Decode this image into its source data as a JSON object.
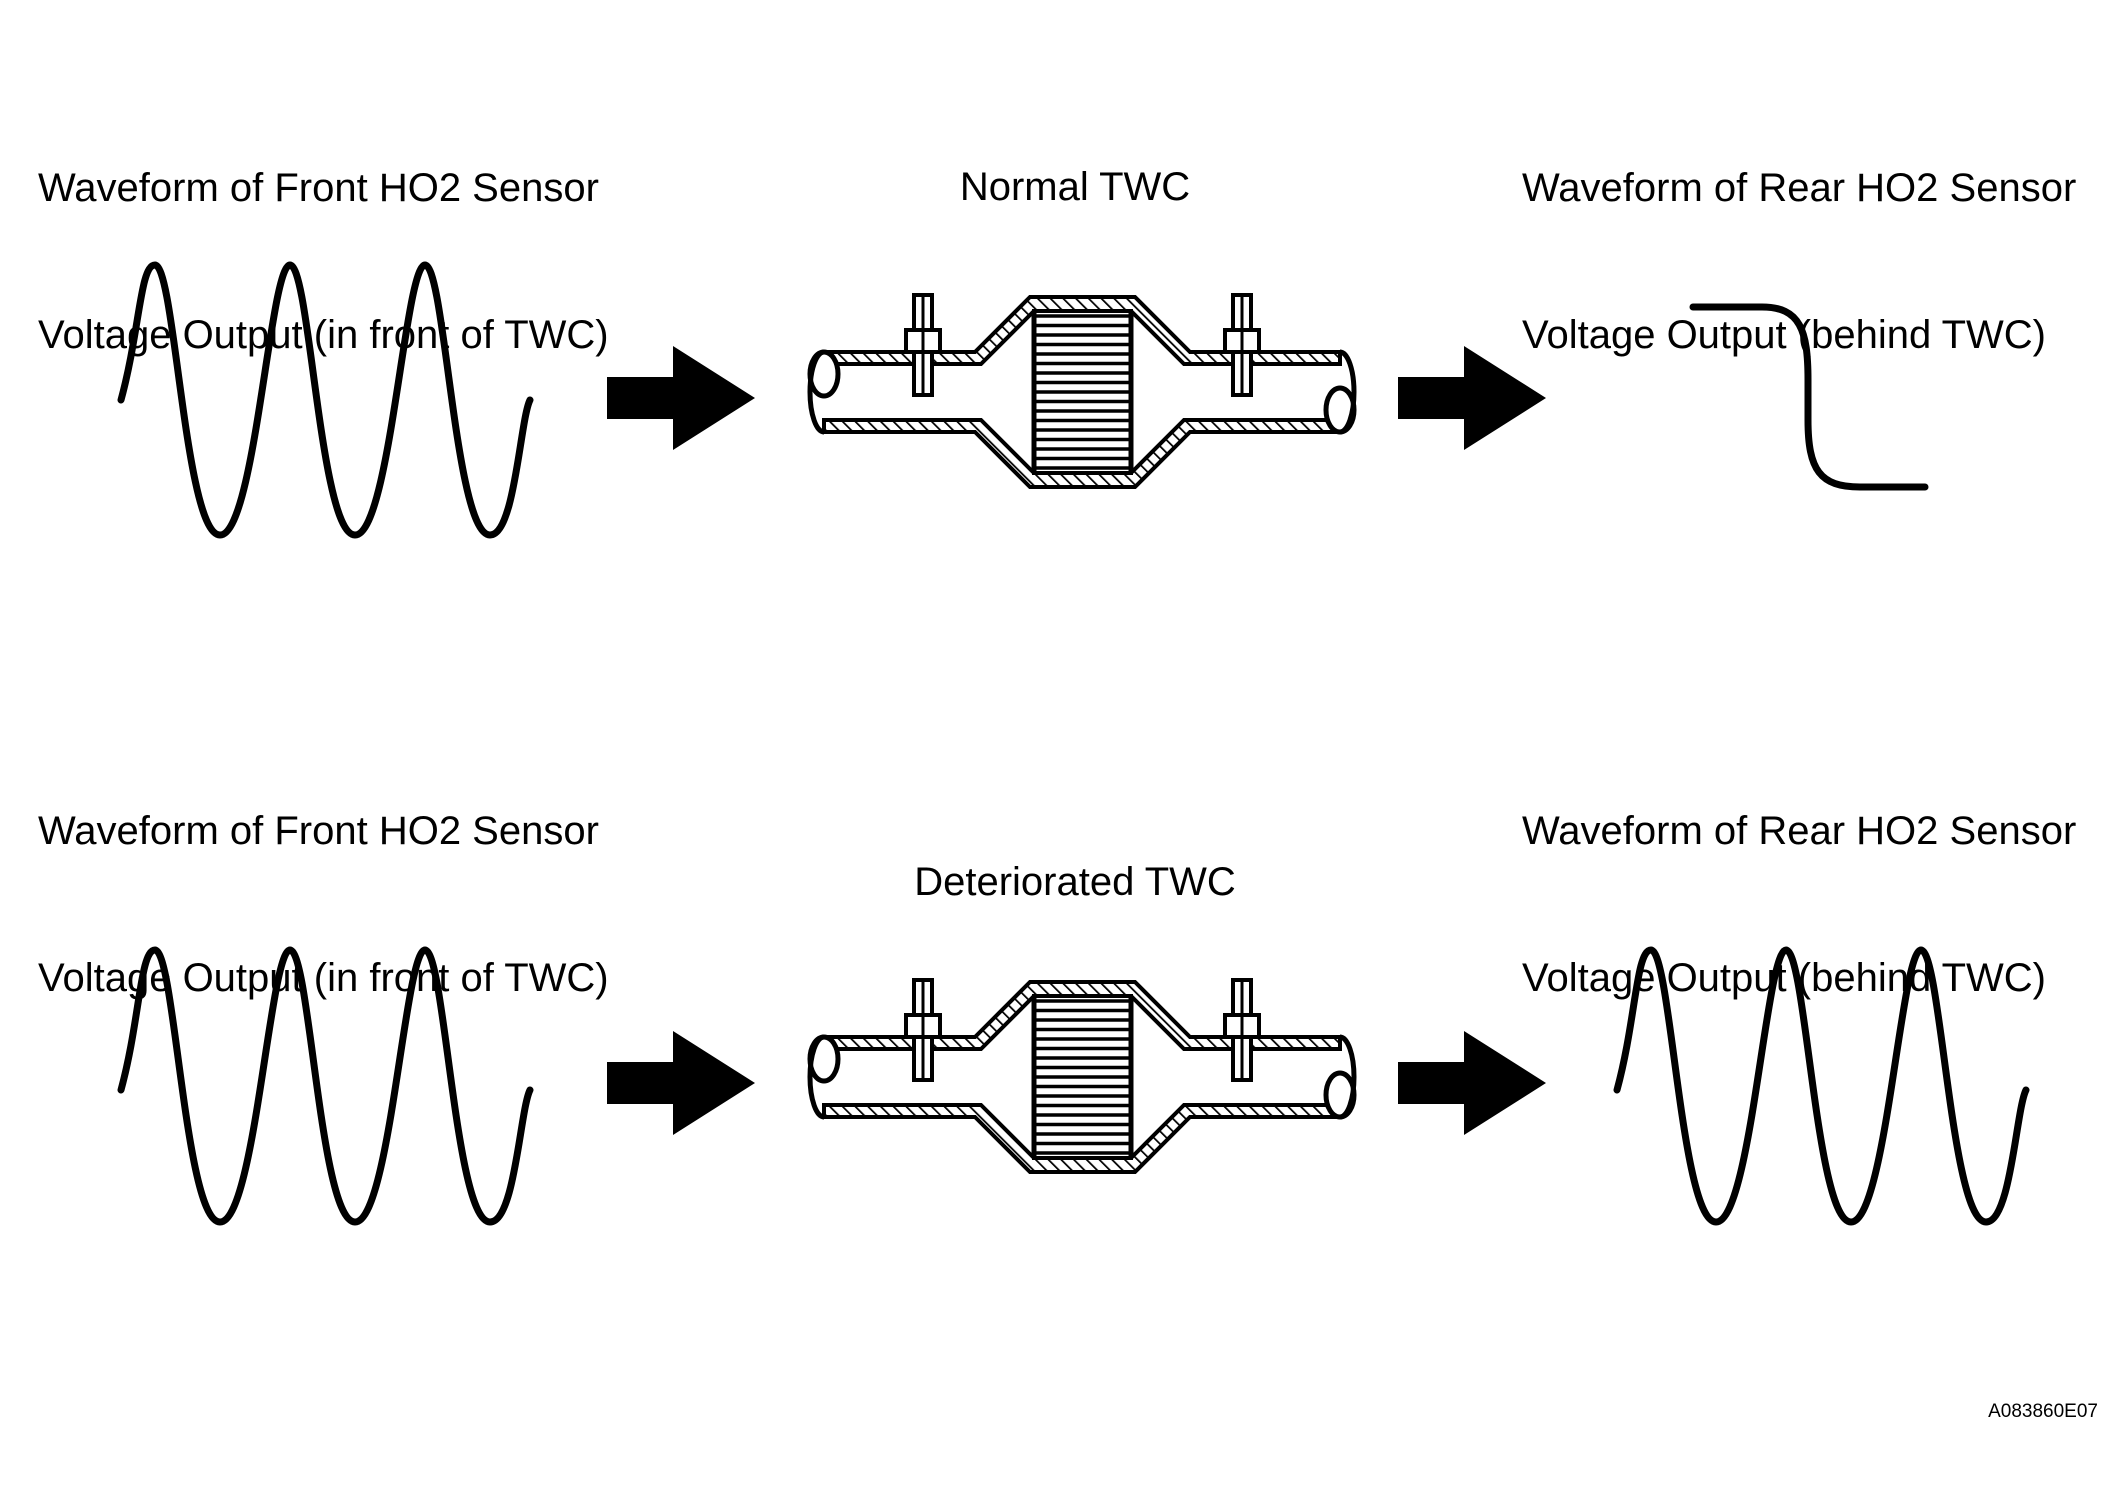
{
  "rows": [
    {
      "condition": "Normal TWC",
      "front_label": {
        "line1": "Waveform of Front HO2 Sensor",
        "line2": "Voltage Output (in front of TWC)"
      },
      "rear_label": {
        "line1": "Waveform of Rear HO2 Sensor",
        "line2": "Voltage Output (behind TWC)"
      },
      "front_waveform": "oscillating",
      "rear_waveform": "flat"
    },
    {
      "condition": "Deteriorated TWC",
      "front_label": {
        "line1": "Waveform of Front HO2 Sensor",
        "line2": "Voltage Output (in front of TWC)"
      },
      "rear_label": {
        "line1": "Waveform of Rear HO2 Sensor",
        "line2": "Voltage Output (behind TWC)"
      },
      "front_waveform": "oscillating",
      "rear_waveform": "oscillating"
    }
  ],
  "figure_id": "A083860E07",
  "colors": {
    "ink": "#000000",
    "background": "#ffffff"
  }
}
